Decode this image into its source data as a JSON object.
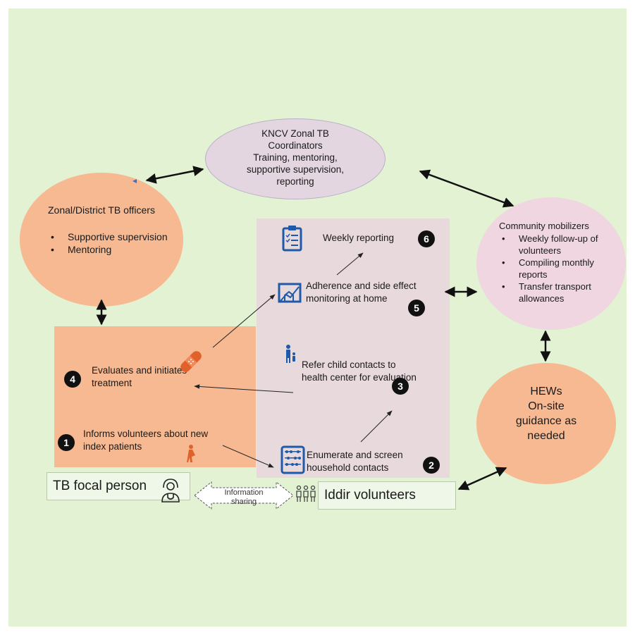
{
  "kncv": {
    "lines": [
      "KNCV Zonal TB",
      "Coordinators",
      "Training, mentoring,",
      "supportive supervision,",
      "reporting"
    ]
  },
  "zonal": {
    "title": "Zonal/District TB officers",
    "items": [
      "Supportive supervision",
      "Mentoring"
    ]
  },
  "community": {
    "title": "Community mobilizers",
    "items": [
      "Weekly follow-up of volunteers",
      "Compiling monthly reports",
      "Transfer transport allowances"
    ]
  },
  "hews": {
    "title": "HEWs",
    "text": "On-site guidance as needed"
  },
  "steps": {
    "s1": {
      "number": "1",
      "text": "Informs volunteers about new index patients"
    },
    "s2": {
      "number": "2",
      "text": "Enumerate and screen household contacts"
    },
    "s3": {
      "number": "3",
      "text": "Refer child contacts to health center for evaluation"
    },
    "s4": {
      "number": "4",
      "text": "Evaluates and initiates treatment"
    },
    "s5": {
      "number": "5",
      "text": "Adherence and side effect monitoring at home"
    },
    "s6": {
      "number": "6",
      "text": "Weekly reporting"
    }
  },
  "actors": {
    "tb_focal": "TB focal person",
    "iddir": "Iddir volunteers",
    "info_sharing": "Information sharing"
  },
  "colors": {
    "background": "#e3f2d3",
    "orange": "#f6b992",
    "pink_box": "#e8d9dd",
    "kncv": "#e3d6e0",
    "community": "#efd6e0",
    "icon_blue": "#1f5aa8",
    "icon_orange": "#e0622a"
  },
  "icons": [
    "clipboard-icon",
    "house-chart-icon",
    "parent-child-icon",
    "bandage-icon",
    "abacus-icon",
    "pregnant-woman-icon",
    "doctor-icon",
    "group-people-icon"
  ]
}
